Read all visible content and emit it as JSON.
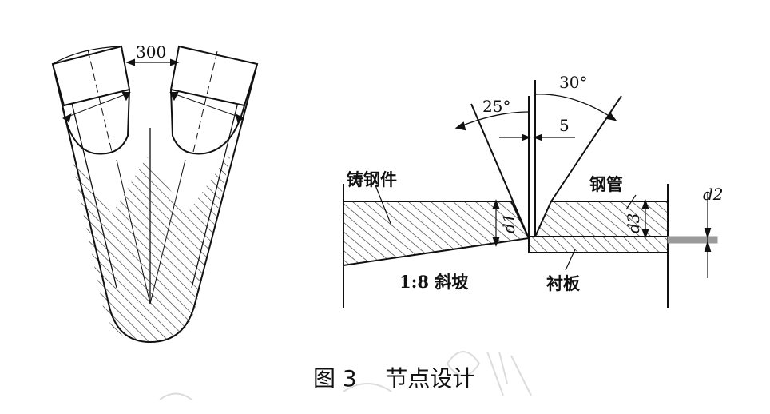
{
  "figure": {
    "caption": "图 3    节点设计",
    "left_detail": {
      "gap_dimension": "300"
    },
    "right_detail": {
      "angle_left": "25°",
      "angle_right": "30°",
      "root_gap": "5",
      "label_casting": "铸钢件",
      "label_pipe": "钢管",
      "label_slope": "1:8 斜坡",
      "label_backing_plate": "衬板",
      "label_thickness_1": "d1",
      "label_thickness_2": "d2",
      "label_thickness_3": "d3"
    },
    "colors": {
      "line": "#111111",
      "hatch": "#333333",
      "backing": "#9a9a9a",
      "watermark": "#dcdcdc"
    }
  }
}
